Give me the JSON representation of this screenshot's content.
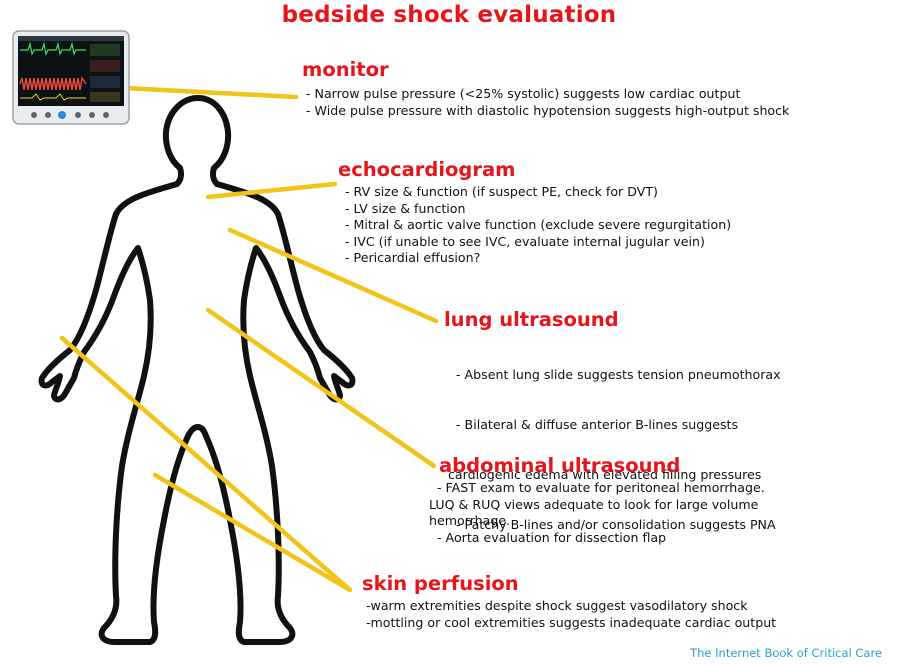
{
  "title": "bedside shock evaluation",
  "sections": [
    {
      "heading": "monitor",
      "items": [
        "- Narrow pulse pressure (<25% systolic) suggests low cardiac output",
        "- Wide pulse pressure with diastolic hypotension suggests high-output shock"
      ]
    },
    {
      "heading": "echocardiogram",
      "items": [
        "- RV size & function (if suspect PE, check for DVT)",
        "- LV size & function",
        "- Mitral & aortic valve function (exclude severe regurgitation)",
        "- IVC  (if unable to see IVC, evaluate internal jugular vein)",
        "- Pericardial effusion?"
      ]
    },
    {
      "heading": "lung ultrasound",
      "items": [
        "  - Absent lung slide suggests tension pneumothorax",
        "  - Bilateral & diffuse anterior B-lines suggests",
        "cardiogenic edema with elevated filling pressures",
        "  - Patchy B-lines and/or consolidation suggests PNA"
      ]
    },
    {
      "heading": "abdominal ultrasound",
      "items": [
        "  - FAST exam to evaluate for peritoneal hemorrhage.",
        "LUQ & RUQ views adequate to look for large volume",
        "hemorrhage.",
        "  - Aorta evaluation for dissection flap"
      ]
    },
    {
      "heading": "skin perfusion",
      "items": [
        "-warm extremities despite shock suggest vasodilatory shock",
        "-mottling or cool extremities suggests inadequate cardiac output"
      ]
    }
  ],
  "credit": "The Internet Book of Critical Care",
  "colors": {
    "heading": "#e8141b",
    "pointer_line": "#f2c318",
    "outline": "#111111",
    "credit": "#2a9fd6"
  }
}
